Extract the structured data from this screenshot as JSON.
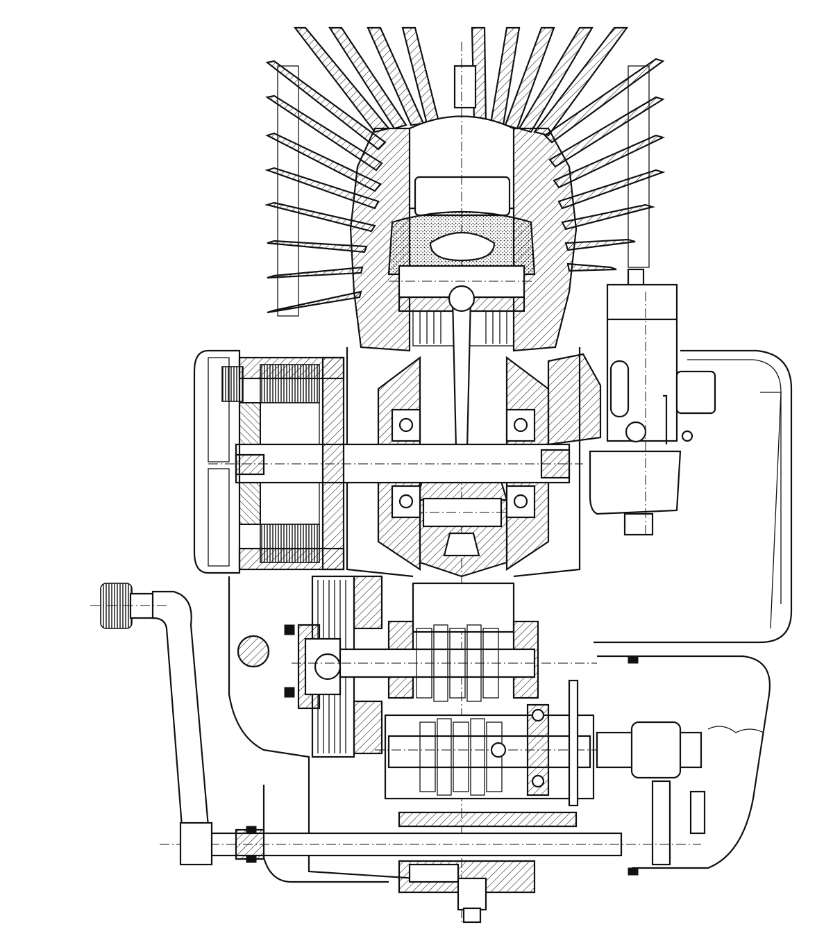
{
  "colors": {
    "ink": "#111111",
    "paper": "#ffffff"
  },
  "parts": [
    "cylinder-head",
    "cylinder-fins",
    "piston",
    "connecting-rod",
    "crankshaft",
    "flywheel-magneto",
    "carburetor",
    "clutch",
    "gearbox",
    "kickstart-lever",
    "crankcase",
    "main-shaft"
  ]
}
